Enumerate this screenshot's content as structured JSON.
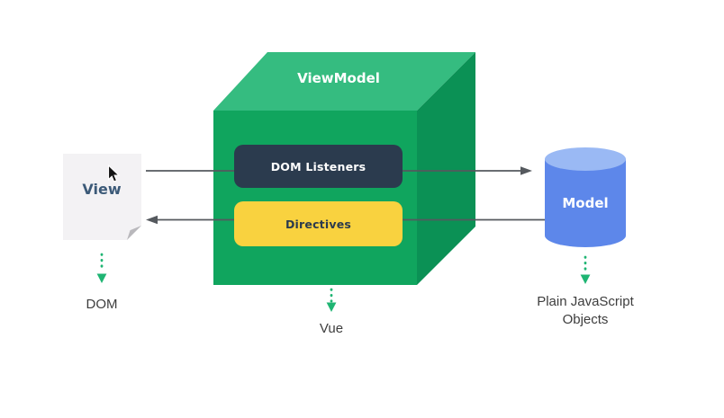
{
  "diagram": {
    "view": {
      "label": "View",
      "caption": "DOM"
    },
    "viewmodel": {
      "label": "ViewModel",
      "dom_listeners_label": "DOM Listeners",
      "directives_label": "Directives",
      "caption": "Vue"
    },
    "model": {
      "label": "Model",
      "caption_line1": "Plain JavaScript",
      "caption_line2": "Objects"
    },
    "arrows": [
      {
        "from": "View",
        "via": "DOM Listeners",
        "to": "Model",
        "direction": "right"
      },
      {
        "from": "Model",
        "via": "Directives",
        "to": "View",
        "direction": "left"
      }
    ]
  },
  "colors": {
    "cube_top": "#35bc80",
    "cube_front": "#10a55e",
    "cube_side": "#0b9155",
    "dom_listeners_bg": "#2b3b4e",
    "directives_bg": "#f9d23f",
    "cylinder_body": "#5d87ea",
    "cylinder_top": "#9ab9f4",
    "page_bg": "#f3f2f4",
    "page_fold": "#b9b8bc",
    "arrow_gray": "#55595e",
    "arrow_green": "#1fb573",
    "caption_text": "#3d3d3d",
    "view_text": "#3c5a78",
    "background": "#ffffff"
  }
}
